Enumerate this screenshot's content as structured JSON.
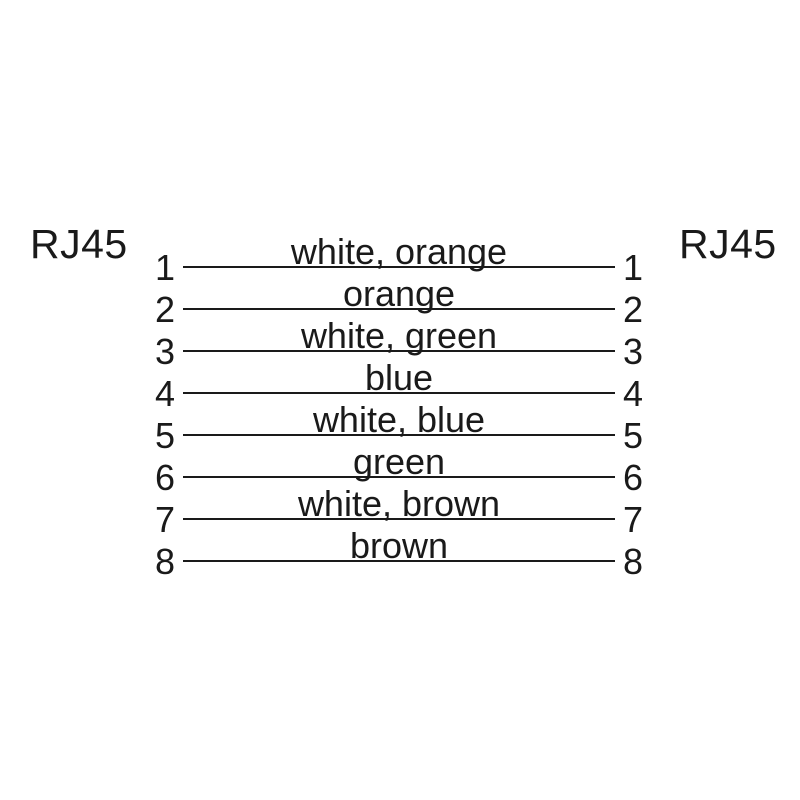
{
  "diagram": {
    "left_connector": "RJ45",
    "right_connector": "RJ45",
    "text_color": "#1a1a1a",
    "rows": [
      {
        "pin_left": "1",
        "label": "white, orange",
        "pin_right": "1"
      },
      {
        "pin_left": "2",
        "label": "orange",
        "pin_right": "2"
      },
      {
        "pin_left": "3",
        "label": "white, green",
        "pin_right": "3"
      },
      {
        "pin_left": "4",
        "label": "blue",
        "pin_right": "4"
      },
      {
        "pin_left": "5",
        "label": "white, blue",
        "pin_right": "5"
      },
      {
        "pin_left": "6",
        "label": "green",
        "pin_right": "6"
      },
      {
        "pin_left": "7",
        "label": "white, brown",
        "pin_right": "7"
      },
      {
        "pin_left": "8",
        "label": "brown",
        "pin_right": "8"
      }
    ]
  }
}
